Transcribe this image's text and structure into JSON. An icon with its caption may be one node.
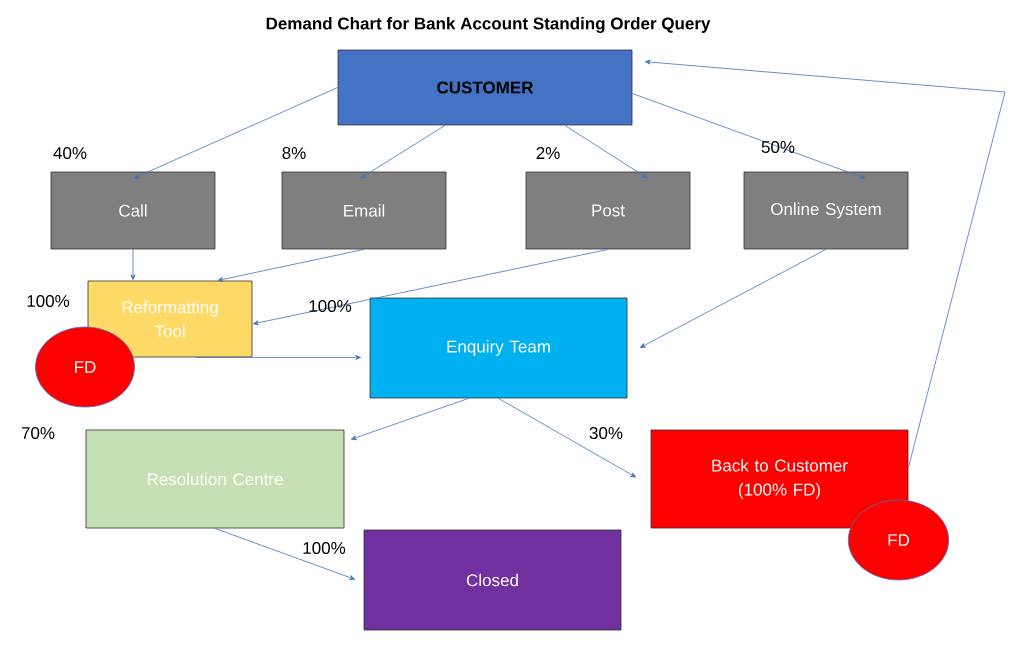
{
  "diagram": {
    "title": "Demand Chart for Bank Account Standing Order Query",
    "nodes": [
      {
        "text": [
          "CUSTOMER"
        ]
      },
      {
        "text": [
          "Call"
        ]
      },
      {
        "text": [
          "Email"
        ]
      },
      {
        "text": [
          "Post"
        ]
      },
      {
        "text": [
          "Online System"
        ]
      },
      {
        "text": [
          "Reformatting Tool"
        ]
      },
      {
        "text": [
          "FD"
        ]
      },
      {
        "text": [
          "Enquiry Team"
        ]
      },
      {
        "text": [
          "Resolution Centre"
        ]
      },
      {
        "text": [
          "Back to Customer (100% FD)"
        ]
      },
      {
        "text": [
          "FD"
        ]
      },
      {
        "text": [
          "Closed"
        ]
      }
    ],
    "edges": [
      {
        "from": 0,
        "to": 1,
        "arrow": "to"
      },
      {
        "from": 0,
        "to": 2,
        "arrow": "to"
      },
      {
        "from": 0,
        "to": 3,
        "arrow": "to"
      },
      {
        "from": 0,
        "to": 4,
        "arrow": "to"
      },
      {
        "from": 1,
        "to": 5,
        "arrow": "to"
      },
      {
        "from": 2,
        "to": 5,
        "arrow": "to"
      },
      {
        "from": 3,
        "to": 5,
        "arrow": "to"
      },
      {
        "from": 4,
        "to": 7,
        "arrow": "to"
      },
      {
        "from": 5,
        "to": 7,
        "arrow": "to"
      },
      {
        "from": 7,
        "to": 8,
        "arrow": "to"
      },
      {
        "from": 7,
        "to": 9,
        "arrow": "to"
      },
      {
        "from": 8,
        "to": 11,
        "arrow": "to"
      },
      {
        "from": 9,
        "to": 0,
        "arrow": "to"
      }
    ],
    "labels": [
      "40%",
      "8%",
      "2%",
      "50%",
      "100%",
      "100%",
      "70%",
      "30%",
      "100%"
    ]
  }
}
